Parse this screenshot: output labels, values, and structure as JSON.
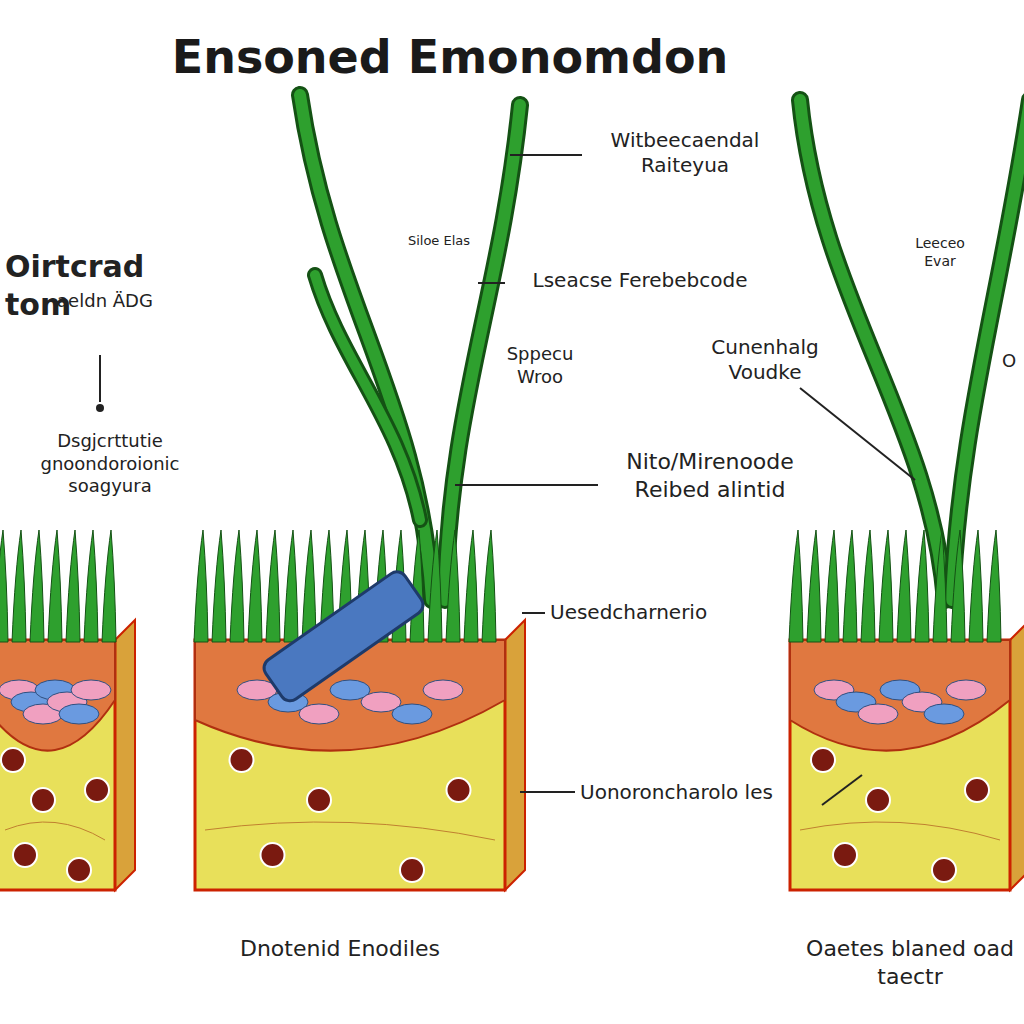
{
  "diagram": {
    "title": "Ensoned Emonomdon",
    "labels": [
      "Oirtcrad tom",
      "aeldn ÄDG",
      "Dsgjcrttutie gnoondoroionic soagyura",
      "Witbeecaendal Raiteyua",
      "Siloe Elas",
      "Lseacse Ferebebcode",
      "Sppecu Wroo",
      "Cunenhalg Voudke",
      "Leeceo Evar",
      "O",
      "Nito/Mirenoode Reibed alintid",
      "Uesedcharnerio",
      "Uonoroncharolo les",
      "Dnotenid Enodiles",
      "Oaetes blaned oad taectr"
    ]
  }
}
